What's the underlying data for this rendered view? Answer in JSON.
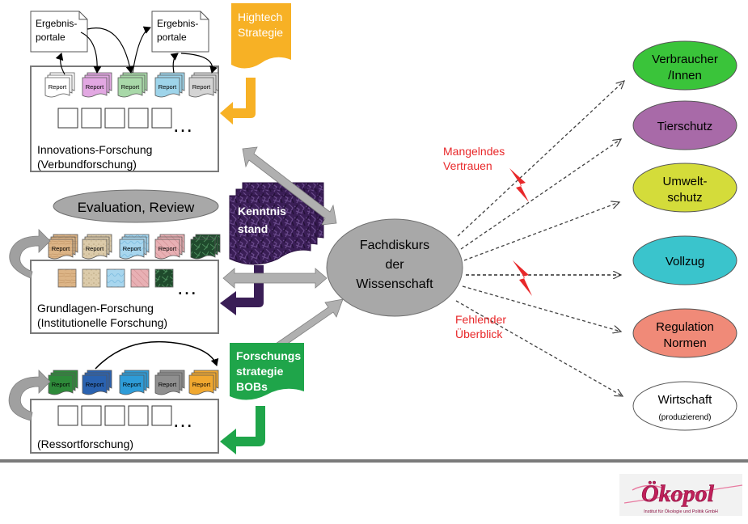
{
  "top_section": {
    "portal_left": [
      "Ergebnis-",
      "portale"
    ],
    "portal_right": [
      "Ergebnis-",
      "portale"
    ],
    "report_label": "Report",
    "title_line1": "Innovations-Forschung",
    "title_line2": "(Verbundforschung)",
    "ellipsis": "…"
  },
  "hightech": [
    "Hightech",
    "Strategie"
  ],
  "evaluation": "Evaluation, Review",
  "middle_section": {
    "title_line1": "Grundlagen-Forschung",
    "title_line2": "(Institutionelle Forschung)",
    "ellipsis": "…"
  },
  "kenntnisstand": [
    "Kenntnis",
    "stand"
  ],
  "bottom_section": {
    "title": "(Ressortforschung)",
    "ellipsis": "…"
  },
  "forschungsstrategie": [
    "Forschungs",
    "strategie",
    "BOBs"
  ],
  "center": [
    "Fachdiskurs",
    "der",
    "Wissenschaft"
  ],
  "problem_labels": {
    "mangelndes": [
      "Mangelndes",
      "Vertrauen"
    ],
    "fehlender": [
      "Fehlender",
      "Überblick"
    ]
  },
  "stakeholders": [
    {
      "lines": [
        "Verbraucher",
        "/Innen"
      ],
      "color": "#3ac43a"
    },
    {
      "lines": [
        "Tierschutz"
      ],
      "color": "#a86aa8"
    },
    {
      "lines": [
        "Umwelt-",
        "schutz"
      ],
      "color": "#d4dc3a"
    },
    {
      "lines": [
        "Vollzug"
      ],
      "color": "#3ac4cc"
    },
    {
      "lines": [
        "Regulation",
        "Normen"
      ],
      "color": "#f08a78"
    },
    {
      "lines": [
        "Wirtschaft",
        "(produzierend)"
      ],
      "color": "#ffffff"
    }
  ],
  "logo": {
    "name": "Ökopol",
    "subtitle": "Institut für Ökologie und Politik GmbH"
  },
  "colors": {
    "report_top": [
      "#ffffff",
      "#e2a8e2",
      "#a8d8a8",
      "#9ed4ea",
      "#d4d4d4"
    ],
    "report_mid": [
      "#d9b48a",
      "#d8c8a8",
      "#a8d4ec",
      "#e6aab0",
      "#2f5f3c"
    ],
    "report_bottom": [
      "#2e8a3a",
      "#2a62b0",
      "#2e9cd8",
      "#909090",
      "#f0a830"
    ],
    "arrow_gray": "#b0b0b0",
    "dashed": "#404040",
    "red_label": "#e8282a"
  }
}
